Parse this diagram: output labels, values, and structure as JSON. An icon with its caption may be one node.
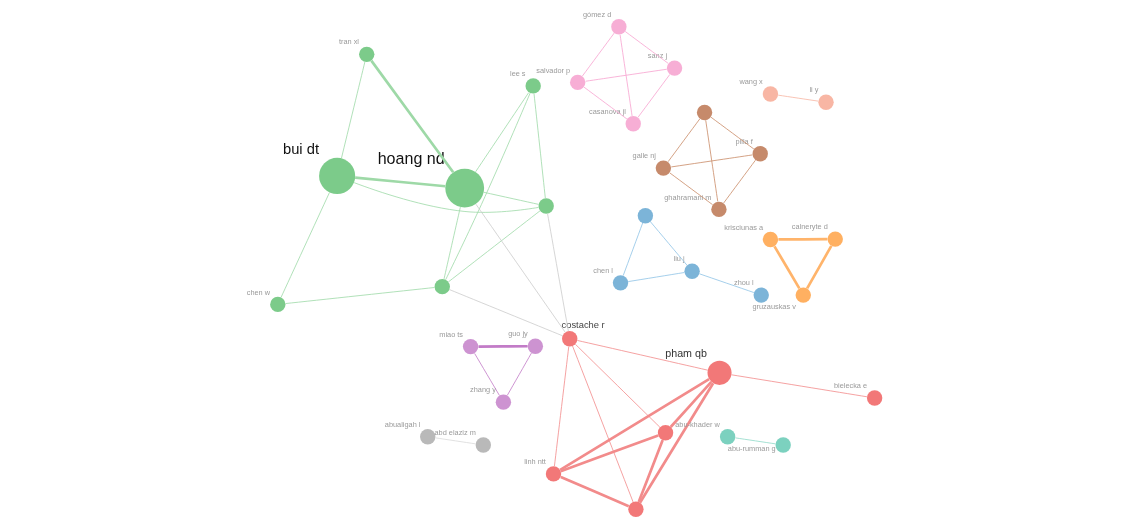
{
  "diagram": {
    "nodes": [
      {
        "text": [
          "miao ts"
        ]
      },
      {
        "text": [
          "guo jy"
        ]
      },
      {
        "text": [
          "zhang y"
        ]
      },
      {
        "text": [
          "chen l"
        ]
      },
      {
        "text": [
          "zhou l"
        ]
      },
      {
        "text": [
          "liu j"
        ]
      },
      {
        "text": [],
        "shape": "circle"
      },
      {
        "text": [
          "galle nj"
        ]
      },
      {
        "text": [
          "pilla f"
        ]
      },
      {
        "text": [
          "ghahramani m"
        ]
      },
      {
        "text": [],
        "shape": "circle"
      },
      {
        "text": [
          "salvador p"
        ]
      },
      {
        "text": [
          "sanz j"
        ]
      },
      {
        "text": [
          "casanova jl"
        ]
      },
      {
        "text": [
          "gómez d"
        ]
      },
      {
        "text": [
          "chen w"
        ]
      },
      {
        "text": [],
        "shape": "circle"
      },
      {
        "text": [],
        "shape": "circle"
      },
      {
        "text": [
          "tran xl"
        ]
      },
      {
        "text": [
          "lee s"
        ]
      },
      {
        "text": [
          "bui dt"
        ]
      },
      {
        "text": [
          "hoang nd"
        ]
      },
      {
        "text": [],
        "shape": "circle"
      },
      {
        "text": [
          "linh ntt"
        ]
      },
      {
        "text": [
          "bielecka e"
        ]
      },
      {
        "text": [],
        "shape": "circle"
      },
      {
        "text": [
          "costache r"
        ]
      },
      {
        "text": [
          "pham qb"
        ]
      },
      {
        "text": [
          "abu-khader w"
        ]
      },
      {
        "text": [
          "abu-rumman g"
        ]
      },
      {
        "text": [
          "wang x"
        ]
      },
      {
        "text": [
          "li y"
        ]
      },
      {
        "text": [
          "krisciunas a"
        ]
      },
      {
        "text": [
          "calneryte d"
        ]
      },
      {
        "text": [
          "gruzauskas v"
        ]
      },
      {
        "text": [
          "abualigah l"
        ]
      },
      {
        "text": [
          "abd elaziz m"
        ]
      }
    ],
    "edges": [
      {
        "from": 0,
        "to": 1,
        "arrow": "none",
        "style": "thick",
        "color": "#c27bc7"
      },
      {
        "from": 0,
        "to": 2,
        "arrow": "none",
        "color": "#c27bc7"
      },
      {
        "from": 1,
        "to": 2,
        "arrow": "none",
        "color": "#c27bc7"
      },
      {
        "from": 3,
        "to": 5,
        "arrow": "none",
        "color": "#8ec3e6"
      },
      {
        "from": 3,
        "to": 6,
        "arrow": "none",
        "color": "#8ec3e6"
      },
      {
        "from": 6,
        "to": 5,
        "arrow": "none",
        "color": "#8ec3e6"
      },
      {
        "from": 5,
        "to": 4,
        "arrow": "none",
        "color": "#8ec3e6"
      },
      {
        "from": 7,
        "to": 8,
        "arrow": "none",
        "color": "#c98b66"
      },
      {
        "from": 7,
        "to": 9,
        "arrow": "none",
        "color": "#c98b66"
      },
      {
        "from": 7,
        "to": 10,
        "arrow": "none",
        "color": "#c98b66"
      },
      {
        "from": 8,
        "to": 9,
        "arrow": "none",
        "color": "#c98b66"
      },
      {
        "from": 8,
        "to": 10,
        "arrow": "none",
        "color": "#c98b66"
      },
      {
        "from": 9,
        "to": 10,
        "arrow": "none",
        "color": "#c98b66"
      },
      {
        "from": 11,
        "to": 12,
        "arrow": "none",
        "color": "#f7a3cf"
      },
      {
        "from": 11,
        "to": 13,
        "arrow": "none",
        "color": "#f7a3cf"
      },
      {
        "from": 11,
        "to": 14,
        "arrow": "none",
        "color": "#f7a3cf"
      },
      {
        "from": 12,
        "to": 13,
        "arrow": "none",
        "color": "#f7a3cf"
      },
      {
        "from": 12,
        "to": 14,
        "arrow": "none",
        "color": "#f7a3cf"
      },
      {
        "from": 14,
        "to": 13,
        "arrow": "none",
        "color": "#f7a3cf"
      },
      {
        "from": 15,
        "to": 17,
        "arrow": "none",
        "color": "#9ed9a7"
      },
      {
        "from": 15,
        "to": 20,
        "arrow": "none",
        "color": "#9ed9a7"
      },
      {
        "from": 16,
        "to": 17,
        "arrow": "none",
        "color": "#9ed9a7"
      },
      {
        "from": 16,
        "to": 19,
        "arrow": "none",
        "color": "#9ed9a7"
      },
      {
        "from": 16,
        "to": 20,
        "arrow": "none",
        "color": "#9ed9a7"
      },
      {
        "from": 16,
        "to": 21,
        "arrow": "none",
        "color": "#9ed9a7"
      },
      {
        "from": 17,
        "to": 19,
        "arrow": "none",
        "color": "#9ed9a7"
      },
      {
        "from": 17,
        "to": 21,
        "arrow": "none",
        "color": "#9ed9a7"
      },
      {
        "from": 18,
        "to": 20,
        "arrow": "none",
        "color": "#9ed9a7"
      },
      {
        "from": 18,
        "to": 21,
        "arrow": "none",
        "style": "thick",
        "color": "#9ed9a7"
      },
      {
        "from": 20,
        "to": 21,
        "arrow": "none",
        "style": "thick",
        "color": "#9ed9a7"
      },
      {
        "from": 19,
        "to": 21,
        "arrow": "none",
        "color": "#9ed9a7"
      },
      {
        "from": 16,
        "to": 26,
        "arrow": "none",
        "color": "#cccccc"
      },
      {
        "from": 17,
        "to": 26,
        "arrow": "none",
        "color": "#cccccc"
      },
      {
        "from": 21,
        "to": 26,
        "arrow": "none",
        "color": "#cccccc"
      },
      {
        "from": 22,
        "to": 23,
        "arrow": "none",
        "style": "thick",
        "color": "#f28b8b"
      },
      {
        "from": 22,
        "to": 25,
        "arrow": "none",
        "style": "thick",
        "color": "#f28b8b"
      },
      {
        "from": 22,
        "to": 27,
        "arrow": "none",
        "style": "thick",
        "color": "#f28b8b"
      },
      {
        "from": 22,
        "to": 26,
        "arrow": "none",
        "color": "#f28b8b"
      },
      {
        "from": 23,
        "to": 25,
        "arrow": "none",
        "style": "thick",
        "color": "#f28b8b"
      },
      {
        "from": 23,
        "to": 27,
        "arrow": "none",
        "style": "thick",
        "color": "#f28b8b"
      },
      {
        "from": 23,
        "to": 26,
        "arrow": "none",
        "color": "#f28b8b"
      },
      {
        "from": 25,
        "to": 26,
        "arrow": "none",
        "color": "#f28b8b"
      },
      {
        "from": 25,
        "to": 27,
        "arrow": "none",
        "style": "thick",
        "color": "#f28b8b"
      },
      {
        "from": 26,
        "to": 27,
        "arrow": "none",
        "color": "#f28b8b"
      },
      {
        "from": 24,
        "to": 27,
        "arrow": "none",
        "color": "#f28b8b"
      },
      {
        "from": 28,
        "to": 29,
        "arrow": "none",
        "color": "#8fd9c8"
      },
      {
        "from": 30,
        "to": 31,
        "arrow": "none",
        "color": "#f7b5a3"
      },
      {
        "from": 32,
        "to": 33,
        "arrow": "none",
        "style": "thick",
        "color": "#ffb46b"
      },
      {
        "from": 32,
        "to": 34,
        "arrow": "none",
        "style": "thick",
        "color": "#ffb46b"
      },
      {
        "from": 33,
        "to": 34,
        "arrow": "none",
        "style": "thick",
        "color": "#ffb46b"
      },
      {
        "from": 35,
        "to": 36,
        "arrow": "none",
        "color": "#d9d9d9"
      }
    ]
  }
}
